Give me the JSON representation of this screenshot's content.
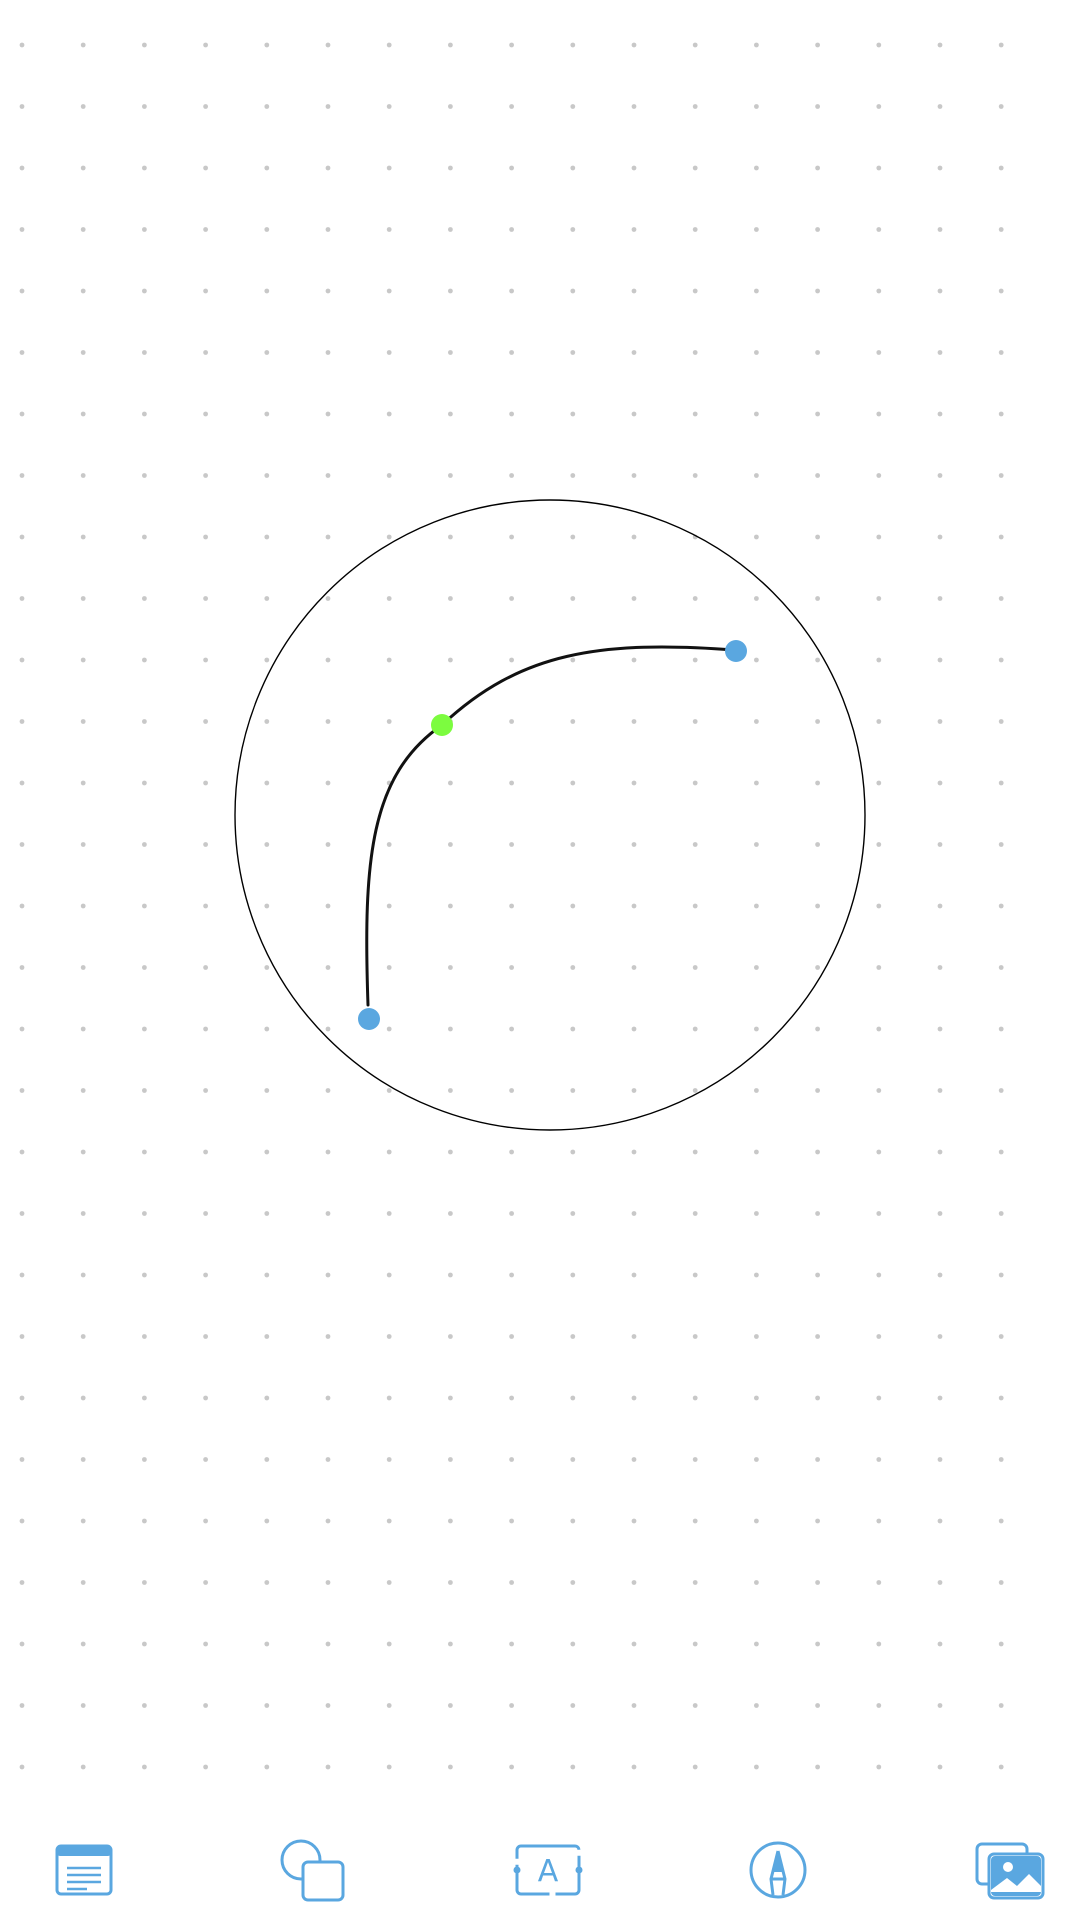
{
  "canvas": {
    "background": "#ffffff",
    "grid": "dots",
    "grid_dot_color": "#c8c8c8",
    "shapes": [
      {
        "type": "circle",
        "stroke": "#000000",
        "fill": "none"
      },
      {
        "type": "curve",
        "stroke": "#111111"
      }
    ],
    "handles": [
      {
        "role": "endpoint",
        "color": "#5aa7e0"
      },
      {
        "role": "control-point",
        "color": "#7cfc3f"
      },
      {
        "role": "endpoint",
        "color": "#5aa7e0"
      }
    ]
  },
  "toolbar": {
    "accent": "#5aa7e0",
    "items": [
      {
        "name": "notes",
        "icon": "notes-icon"
      },
      {
        "name": "shapes",
        "icon": "shapes-icon"
      },
      {
        "name": "text",
        "icon": "text-box-icon",
        "glyph": "A"
      },
      {
        "name": "draw",
        "icon": "pen-icon"
      },
      {
        "name": "media",
        "icon": "photos-icon"
      }
    ]
  }
}
